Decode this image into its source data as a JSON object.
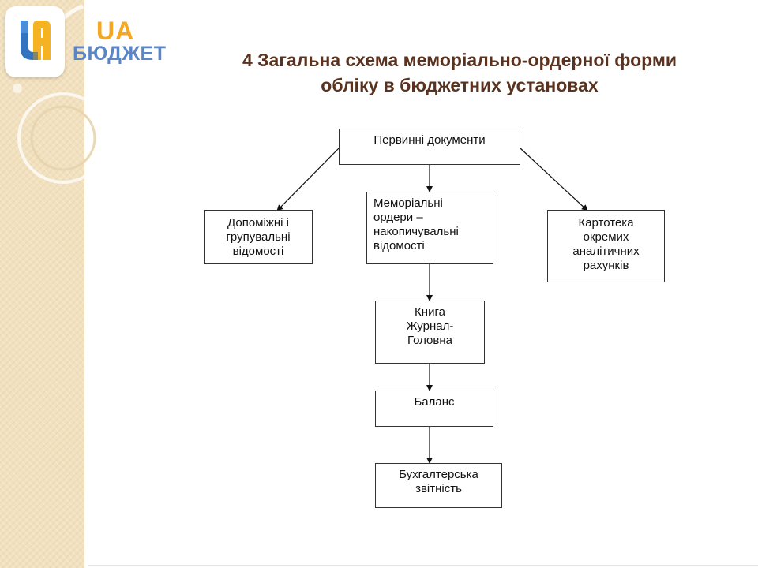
{
  "brand": {
    "ua": "UA",
    "budget": "БЮДЖЕТ",
    "colors": {
      "ua": "#f5a623",
      "budget": "#5b86c6"
    }
  },
  "logo_icon": "ua-budget-logo-icon",
  "title": {
    "line1": "4 Загальна схема меморіально-ордерної форми",
    "line2": "обліку в бюджетних установах",
    "color": "#5a3320"
  },
  "diagram": {
    "nodes": {
      "primary_documents": {
        "lines": [
          "Первинні документи"
        ]
      },
      "auxiliary_statements": {
        "lines": [
          "Допоміжні і",
          "групувальні",
          "відомості"
        ]
      },
      "memorial_orders": {
        "lines": [
          "Меморіальні",
          "ордери –",
          "накопичувальні",
          "відомості"
        ]
      },
      "analytical_cards": {
        "lines": [
          "Картотека",
          "окремих",
          "аналітичних",
          "рахунків"
        ]
      },
      "journal_ledger": {
        "lines": [
          "Книга",
          "Журнал-",
          "Головна"
        ]
      },
      "balance": {
        "lines": [
          "Баланс"
        ]
      },
      "financial_reporting": {
        "lines": [
          "Бухгалтерська",
          "звітність"
        ]
      }
    }
  }
}
